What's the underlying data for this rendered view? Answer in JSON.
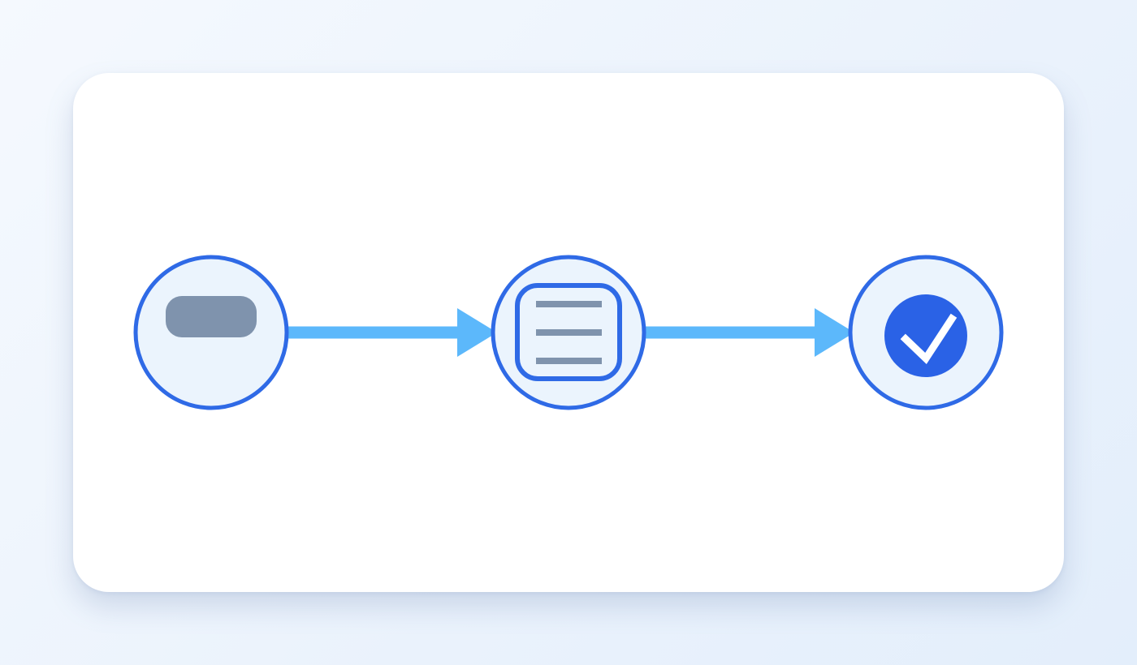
{
  "diagram": {
    "type": "linear-flow",
    "steps": [
      {
        "id": "step-1",
        "icon": "pill-icon"
      },
      {
        "id": "step-2",
        "icon": "list-icon"
      },
      {
        "id": "step-3",
        "icon": "check-badge-icon"
      }
    ],
    "connectors": [
      {
        "from": "step-1",
        "to": "step-2"
      },
      {
        "from": "step-2",
        "to": "step-3"
      }
    ]
  },
  "colors": {
    "node_border": "#2f6ae6",
    "node_fill": "#ebf4fd",
    "connector": "#5cb8fb",
    "icon_gray": "#7f93ad",
    "check_fill": "#2a62e6",
    "check_mark": "#ffffff",
    "card": "#ffffff"
  }
}
